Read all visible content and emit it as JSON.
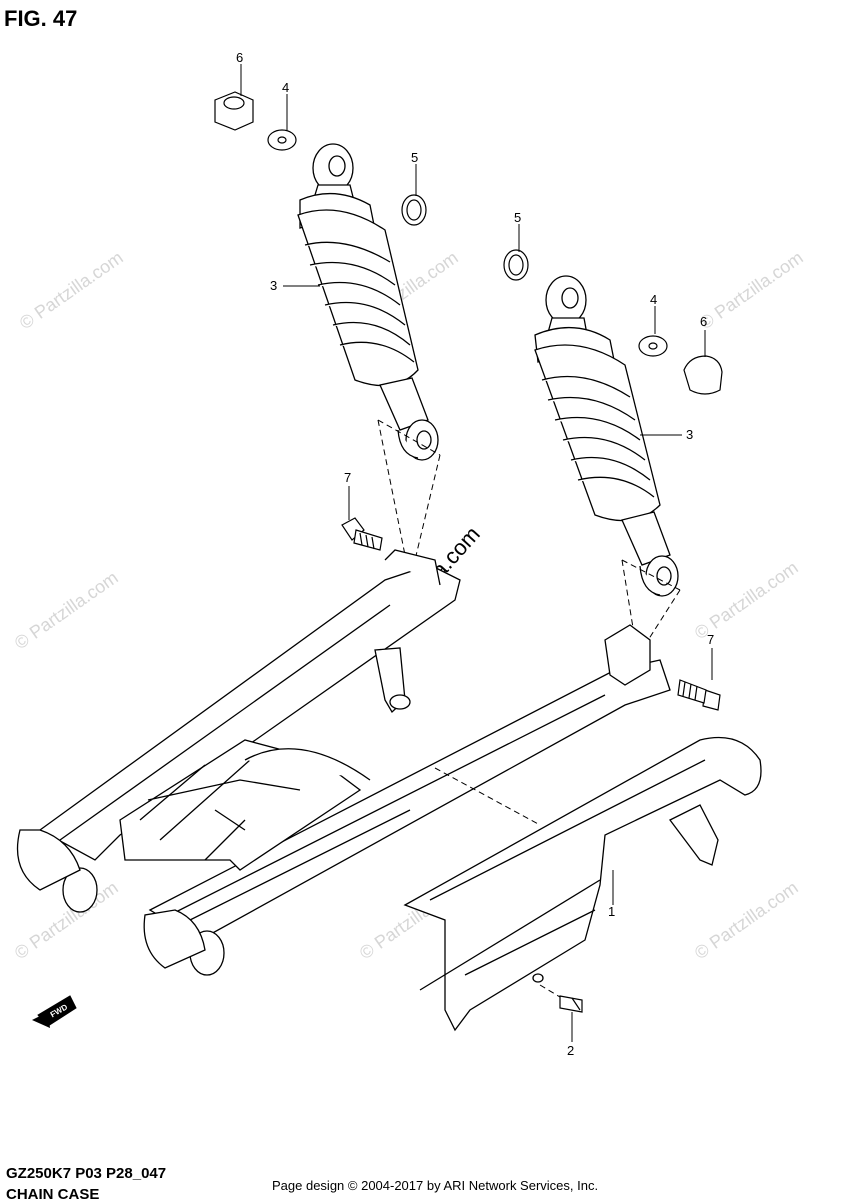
{
  "figure": {
    "title": "FIG. 47"
  },
  "callouts": [
    {
      "id": "c6a",
      "label": "6"
    },
    {
      "id": "c4a",
      "label": "4"
    },
    {
      "id": "c5a",
      "label": "5"
    },
    {
      "id": "c3a",
      "label": "3"
    },
    {
      "id": "c5b",
      "label": "5"
    },
    {
      "id": "c4b",
      "label": "4"
    },
    {
      "id": "c6b",
      "label": "6"
    },
    {
      "id": "c3b",
      "label": "3"
    },
    {
      "id": "c7a",
      "label": "7"
    },
    {
      "id": "c7b",
      "label": "7"
    },
    {
      "id": "c1",
      "label": "1"
    },
    {
      "id": "c2",
      "label": "2"
    }
  ],
  "fwd_arrow": {
    "label": "FWD"
  },
  "watermark": {
    "center": "© Partzilla.com",
    "repeat": "© Partzilla.com"
  },
  "footer": {
    "model_code": "GZ250K7 P03 P28_047",
    "section_name": "CHAIN CASE",
    "credit": "Page design © 2004-2017 by ARI Network Services, Inc."
  }
}
